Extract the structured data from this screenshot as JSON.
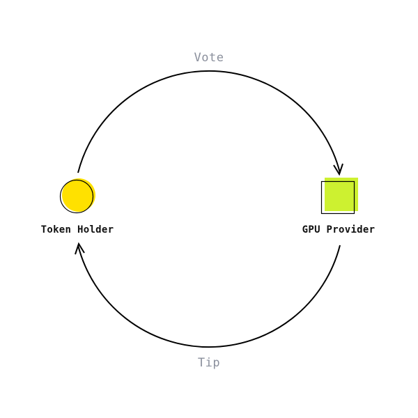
{
  "diagram": {
    "nodes": [
      {
        "id": "token-holder",
        "label": "Token Holder",
        "shape": "circle",
        "fill": "#ffe100"
      },
      {
        "id": "gpu-provider",
        "label": "GPU Provider",
        "shape": "square",
        "fill": "#cdf130"
      }
    ],
    "edges": [
      {
        "id": "vote",
        "label": "Vote",
        "from": "token-holder",
        "to": "gpu-provider"
      },
      {
        "id": "tip",
        "label": "Tip",
        "from": "gpu-provider",
        "to": "token-holder"
      }
    ],
    "colors": {
      "stroke": "#000000",
      "edge_label": "#8a8f9c",
      "node_label": "#111111",
      "background": "#ffffff"
    }
  }
}
